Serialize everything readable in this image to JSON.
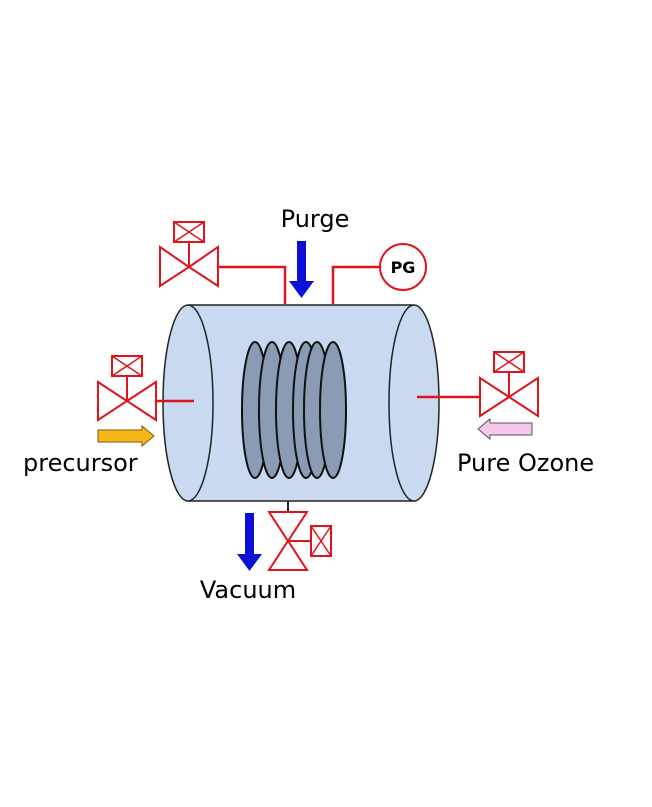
{
  "labels": {
    "purge": "Purge",
    "precursor": "precursor",
    "pure_ozone": "Pure Ozone",
    "vacuum": "Vacuum",
    "pressure_gauge": "PG"
  },
  "colors": {
    "pipe": "#e0141b",
    "chamber_fill": "#c9daf0",
    "chamber_stroke": "#222222",
    "coil_fill": "#8b9bb4",
    "purge_arrow": "#0a10d8",
    "vacuum_arrow": "#0a10d8",
    "precursor_arrow": "#f5b818",
    "ozone_arrow": "#f7c8ee"
  },
  "icons": {
    "valve": "valve-icon",
    "pressure_gauge": "pressure-gauge-icon",
    "coil": "coil-icon"
  }
}
